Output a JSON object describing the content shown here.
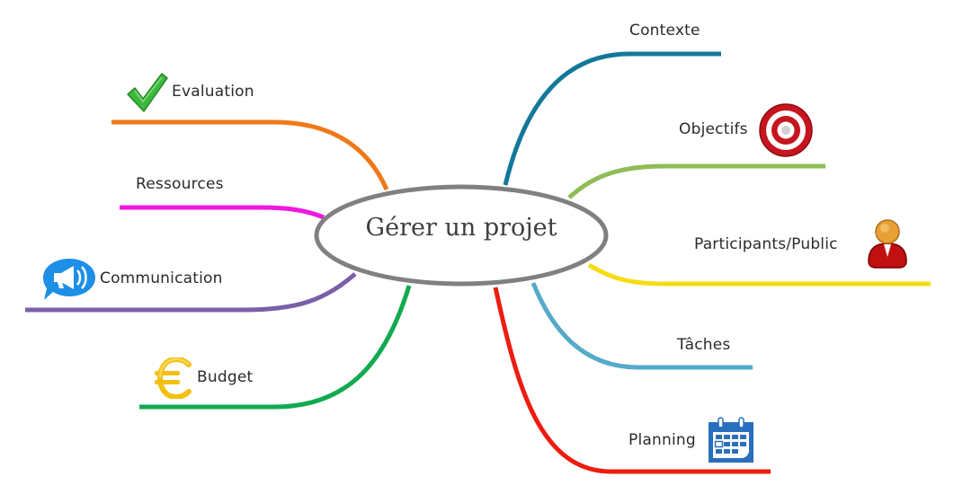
{
  "central_topic": {
    "label": "Gérer un projet",
    "border_color": "#808080"
  },
  "branches": {
    "contexte": {
      "label": "Contexte",
      "color": "#12789a",
      "icon": null
    },
    "objectifs": {
      "label": "Objectifs",
      "color": "#8fbc55",
      "icon": "target-icon"
    },
    "participants": {
      "label": "Participants/Public",
      "color": "#f5dc12",
      "icon": "user-icon"
    },
    "taches": {
      "label": "Tâches",
      "color": "#55aac8",
      "icon": null
    },
    "planning": {
      "label": "Planning",
      "color": "#ee1c10",
      "icon": "calendar-icon"
    },
    "evaluation": {
      "label": "Evaluation",
      "color": "#f07818",
      "icon": "checkmark-icon"
    },
    "ressources": {
      "label": "Ressources",
      "color": "#ee18e0",
      "icon": null
    },
    "communication": {
      "label": "Communication",
      "color": "#7b5fa8",
      "icon": "megaphone-icon"
    },
    "budget": {
      "label": "Budget",
      "color": "#12aa50",
      "icon": "euro-icon"
    }
  }
}
